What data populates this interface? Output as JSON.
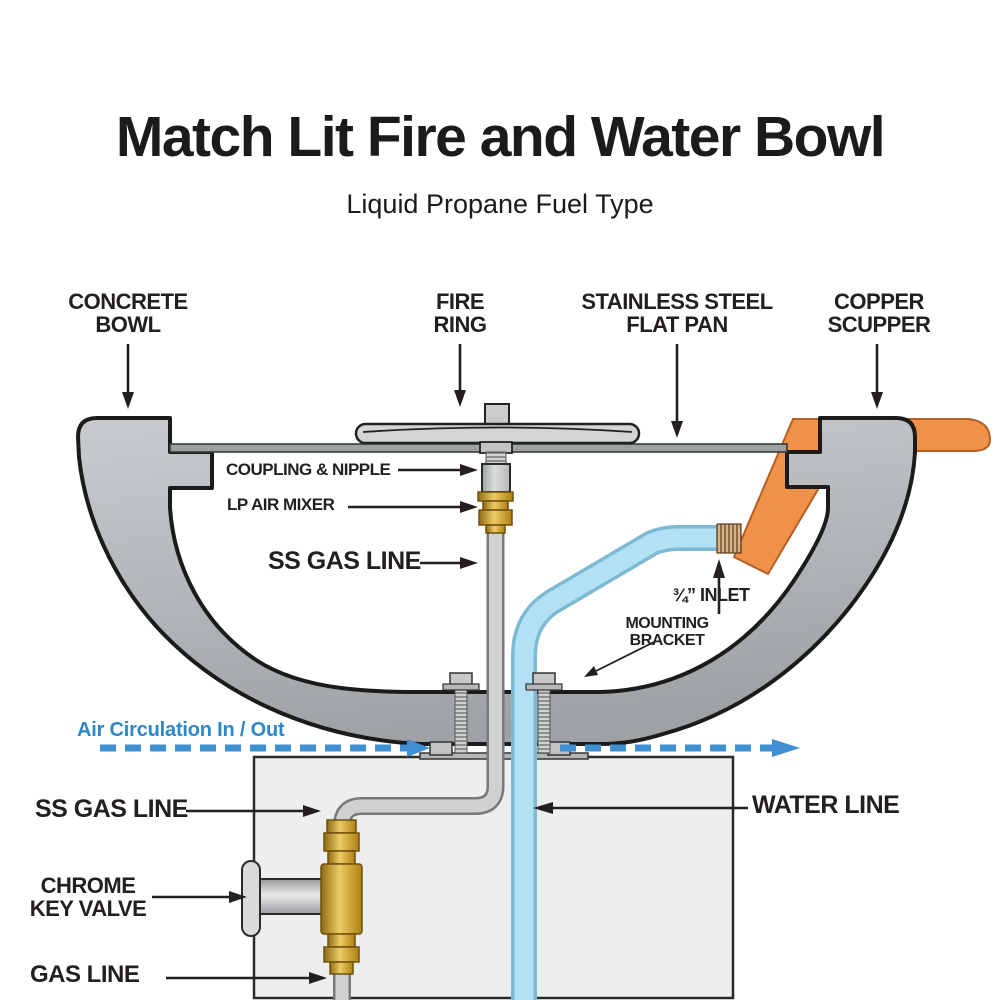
{
  "header": {
    "title": "Match Lit Fire and Water Bowl",
    "subtitle": "Liquid Propane Fuel Type"
  },
  "labels": {
    "concrete_bowl": "CONCRETE BOWL",
    "fire_ring": "FIRE RING",
    "stainless_pan": "STAINLESS STEEL FLAT PAN",
    "copper_scupper": "COPPER SCUPPER",
    "coupling_nipple": "COUPLING & NIPPLE",
    "lp_air_mixer": "LP AIR MIXER",
    "ss_gas_line_upper": "SS GAS LINE",
    "inlet": "¾” INLET",
    "mounting_bracket": "MOUNTING BRACKET",
    "air_circulation": "Air Circulation In / Out",
    "ss_gas_line_lower": "SS GAS LINE",
    "water_line": "WATER LINE",
    "chrome_key_valve": "CHROME KEY VALVE",
    "gas_line": "GAS LINE"
  },
  "colors": {
    "label_text": "#231f20",
    "air_circulation_blue": "#2d87c9",
    "dashed_arrow_blue": "#3f8fd2",
    "copper_orange": "#f0914a",
    "copper_outline": "#b55f24",
    "brass_gold": "#d9a733",
    "water_blue": "#b3e1f4",
    "bowl_gray": "#b4b6b8",
    "pedestal_gray": "#edeeee",
    "pipe_gray": "#cfd1d3"
  }
}
